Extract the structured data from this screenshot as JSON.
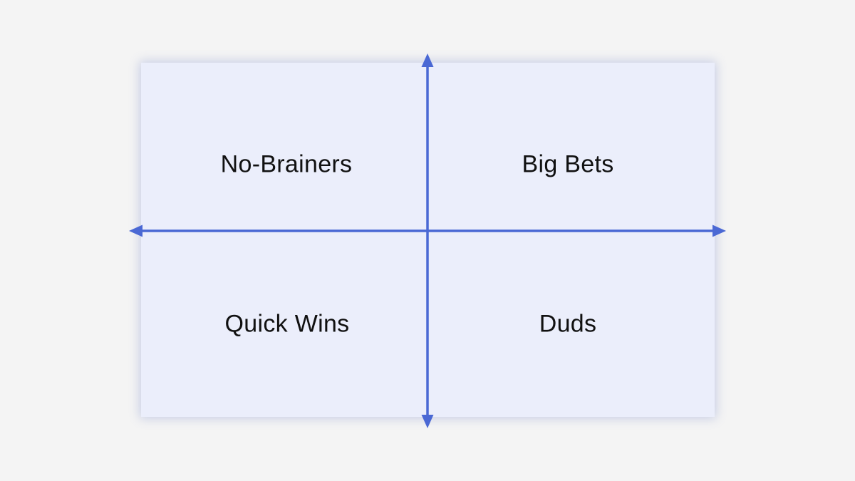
{
  "theme": {
    "background": "#f4f4f4",
    "panel_background": "#ebeefb",
    "axis_color": "#4a68d4",
    "label_color": "#111111"
  },
  "quadrant_chart": {
    "type": "quadrant-matrix",
    "quadrants": [
      {
        "position": "top-left",
        "label": "No-Brainers"
      },
      {
        "position": "top-right",
        "label": "Big Bets"
      },
      {
        "position": "bottom-left",
        "label": "Quick Wins"
      },
      {
        "position": "bottom-right",
        "label": "Duds"
      }
    ]
  }
}
